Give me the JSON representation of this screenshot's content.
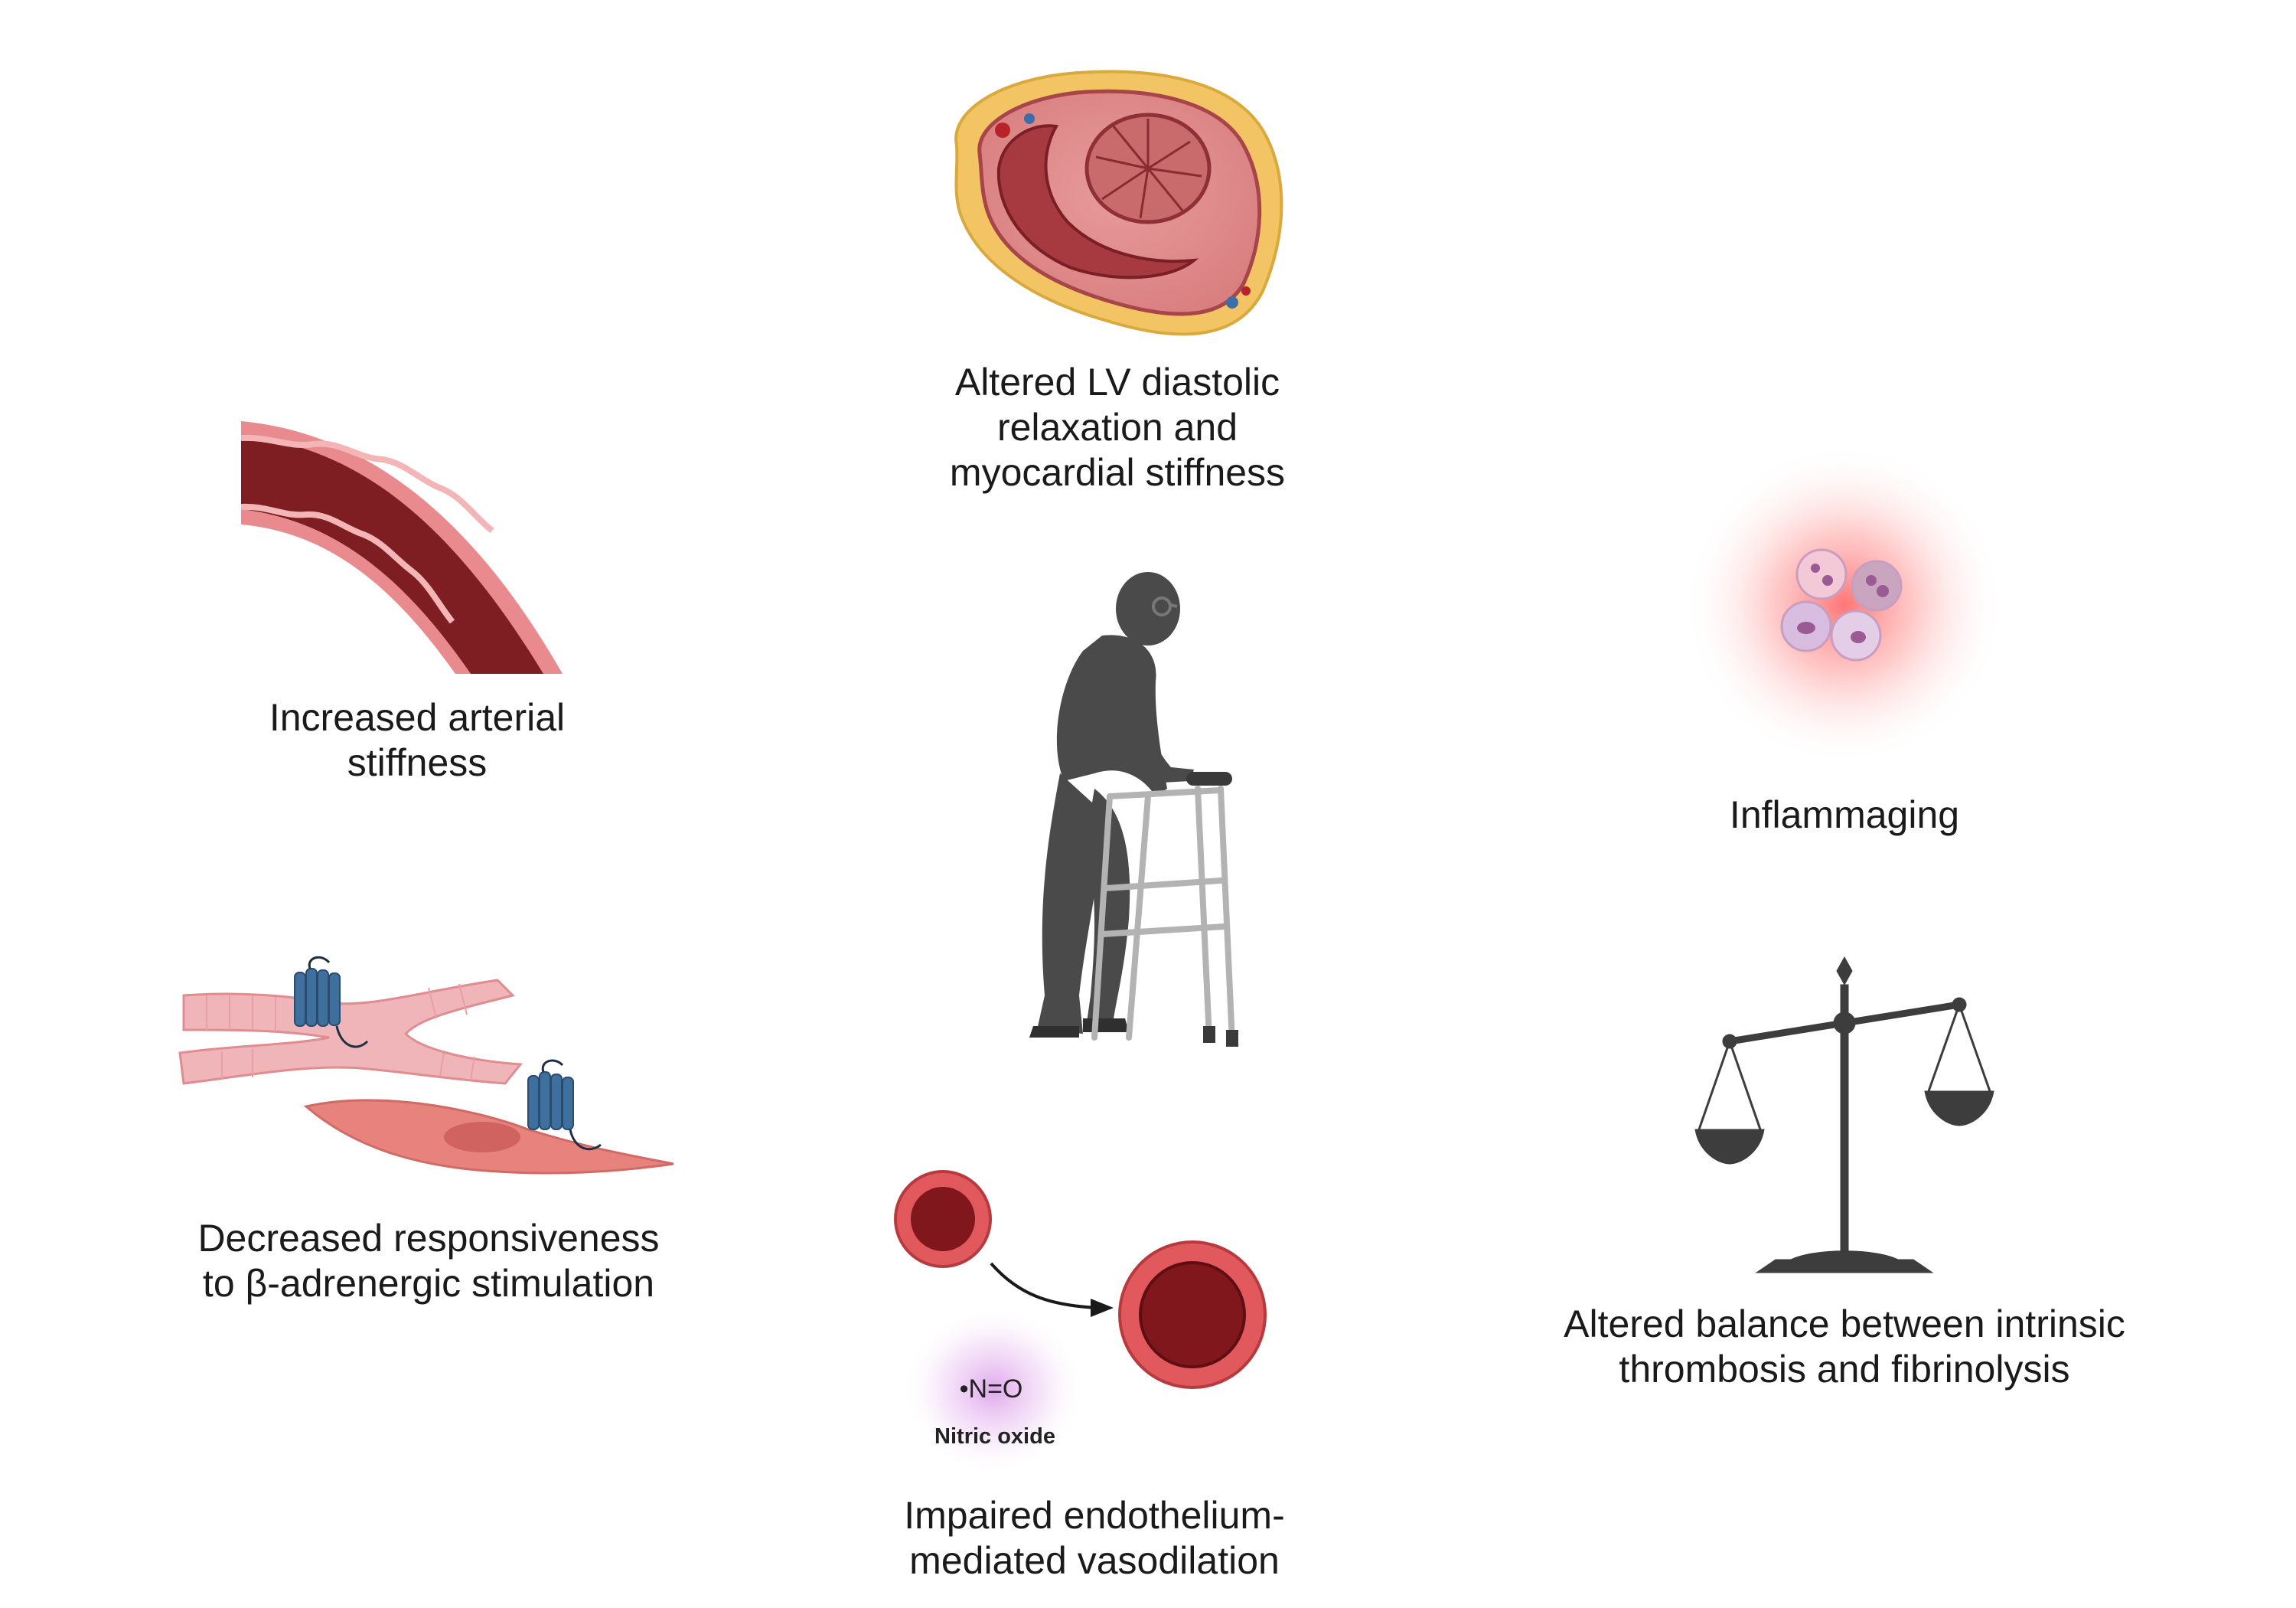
{
  "panels": {
    "lv": {
      "lines": [
        "Altered LV diastolic",
        "relaxation and",
        "myocardial stiffness"
      ]
    },
    "arterial": {
      "lines": [
        "Increased arterial",
        "stiffness"
      ]
    },
    "inflammaging": {
      "lines": [
        "Inflammaging"
      ]
    },
    "beta": {
      "lines": [
        "Decreased responsiveness",
        "to β-adrenergic stimulation"
      ]
    },
    "balance": {
      "lines": [
        "Altered balance between intrinsic",
        "thrombosis and fibrinolysis"
      ]
    },
    "endothelium": {
      "lines": [
        "Impaired endothelium-",
        "mediated vasodilation"
      ],
      "no_formula": "•N=O",
      "no_label": "Nitric oxide"
    }
  },
  "colors": {
    "artery_wall": "#e8868a",
    "blood": "#7e1d22",
    "myocardium": "#e59a98",
    "fat": "#f1c25f",
    "silhouette": "#4a4a4a",
    "receptor": "#3f6f9c",
    "inflammation_glow": "#ff6b6b",
    "no_glow": "#d99be6",
    "scale": "#3d3d3d"
  },
  "icons": [
    "heart-cross-section-icon",
    "artery-icon",
    "elderly-walker-icon",
    "immune-cells-icon",
    "receptor-cells-icon",
    "balance-scale-icon",
    "red-blood-cell-icon"
  ]
}
